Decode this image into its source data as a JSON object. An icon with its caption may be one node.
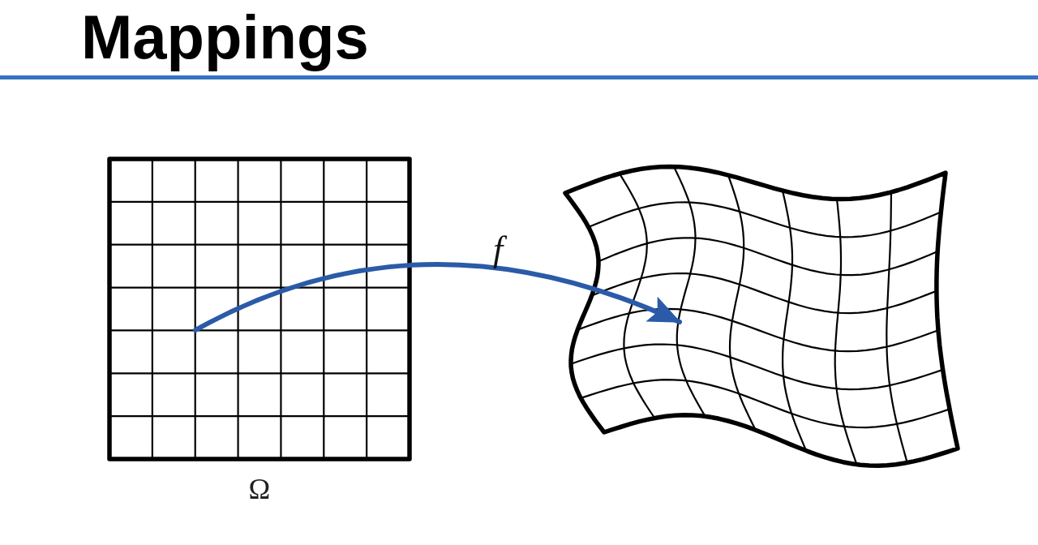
{
  "diagram": {
    "title": "Mappings",
    "nodes": [
      {
        "text": [
          "Ω"
        ]
      },
      {
        "text": [],
        "shape": "picture"
      }
    ],
    "edges": [
      {
        "from": 0,
        "to": 1,
        "arrow": "to",
        "label": "f",
        "color": "#2b5ba8"
      }
    ]
  }
}
